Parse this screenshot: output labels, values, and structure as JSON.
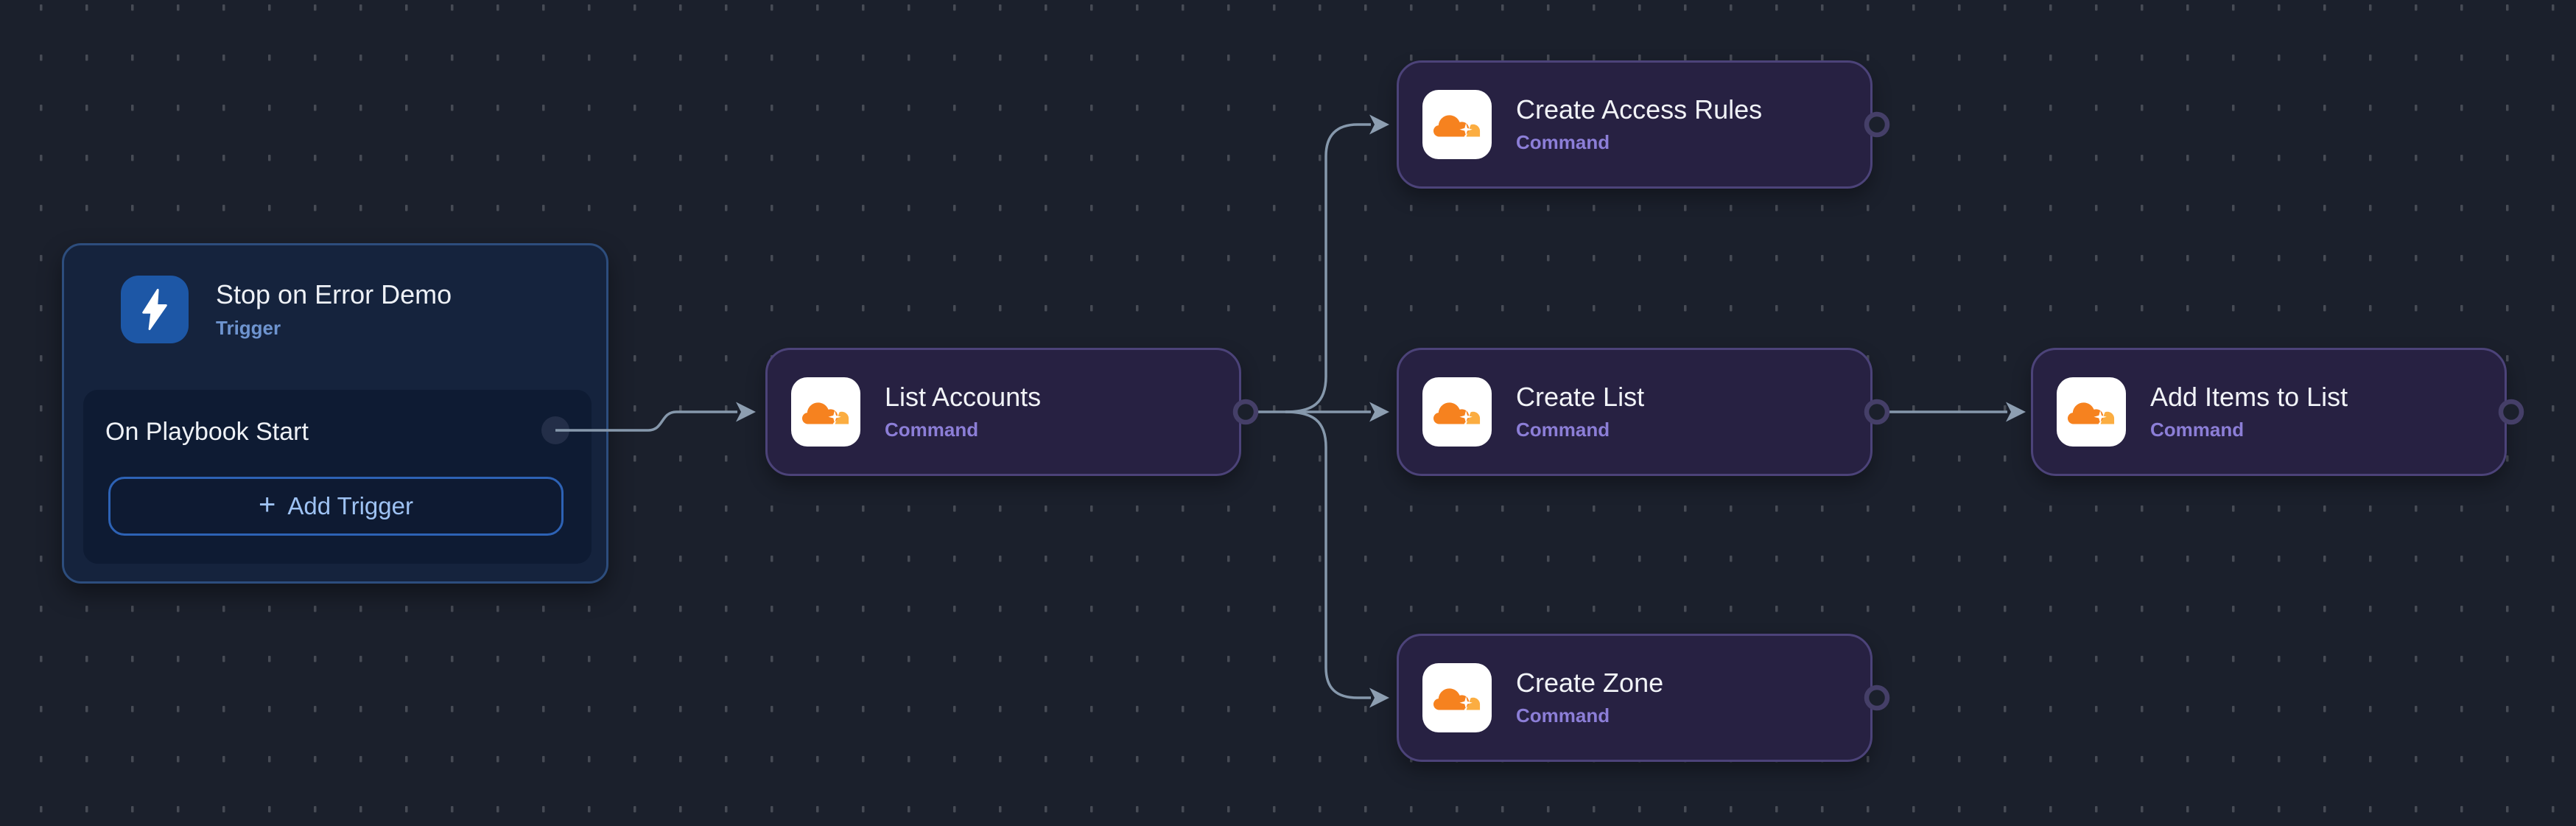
{
  "workflow": {
    "trigger_node": {
      "title": "Stop on Error Demo",
      "type_label": "Trigger",
      "icon": "lightning-bolt-icon",
      "trigger_item": {
        "label": "On Playbook Start"
      },
      "add_trigger_button": {
        "plus": "+",
        "label": "Add Trigger"
      }
    },
    "command_nodes": [
      {
        "id": "list-accounts",
        "title": "List Accounts",
        "type_label": "Command",
        "icon": "cloudflare-icon"
      },
      {
        "id": "create-access-rules",
        "title": "Create Access Rules",
        "type_label": "Command",
        "icon": "cloudflare-icon"
      },
      {
        "id": "create-list",
        "title": "Create List",
        "type_label": "Command",
        "icon": "cloudflare-icon"
      },
      {
        "id": "create-zone",
        "title": "Create Zone",
        "type_label": "Command",
        "icon": "cloudflare-icon"
      },
      {
        "id": "add-items-to-list",
        "title": "Add Items to List",
        "type_label": "Command",
        "icon": "cloudflare-icon"
      }
    ],
    "connections": [
      {
        "from": "On Playbook Start",
        "to": "List Accounts"
      },
      {
        "from": "List Accounts",
        "to": "Create Access Rules"
      },
      {
        "from": "List Accounts",
        "to": "Create List"
      },
      {
        "from": "List Accounts",
        "to": "Create Zone"
      },
      {
        "from": "Create List",
        "to": "Add Items to List"
      }
    ],
    "colors": {
      "canvas_bg": "#1b202c",
      "grid_dot": "#474b55",
      "trigger_node_bg": "#15233d",
      "trigger_node_border": "#2d4d7d",
      "trigger_icon_bg": "#1d57a6",
      "trigger_accent_text": "#6e94cf",
      "add_trigger_border": "#2d62b5",
      "add_trigger_text": "#9ec2f3",
      "command_node_bg": "#272142",
      "command_node_border": "#4c4379",
      "command_accent_text": "#8c7ed7",
      "cloudflare_orange": "#f6821f",
      "cloudflare_light_orange": "#fbad41",
      "edge_line": "#8698ac",
      "port_ring": "#453f68"
    }
  }
}
